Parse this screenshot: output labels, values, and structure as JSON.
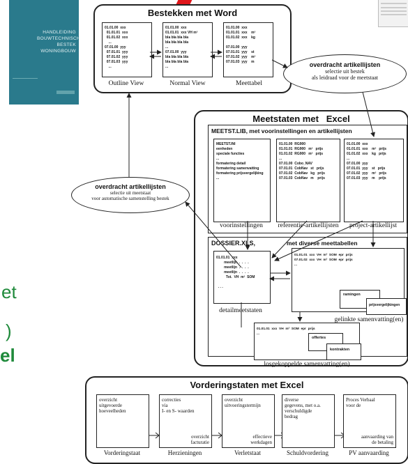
{
  "cover": {
    "lines": [
      "HANDLEIDING",
      "BOUWTECHNISCH",
      "BESTEK",
      "WONINGBOUW"
    ]
  },
  "side_text": {
    "et": "et",
    "paren": ")",
    "el": "el"
  },
  "word": {
    "title": "Bestekken met Word",
    "outline": {
      "text": "01.01.00  xxx\n  01.01.01  xxx\n  01.01.02  xxx\n    ...\n07.01.00  yyy\n  07.01.01  yyy\n  07.01.02  yyy\n  07.01.03  yyy\n    ...",
      "caption": "Outline View"
    },
    "normal": {
      "text": "01.01.00  xxx\n01.01.01  xxx VH m²\nbla bla bla bla\nbla bla bla bla\n...\n07.01.00  yyy\nbla bla bla bla\nbla bla bla bla\n...",
      "caption": "Normal View"
    },
    "meet": {
      "text": "01.01.00  xxx\n01.01.01  xxx    m²\n01.01.02  xxx    kg\n\n07.01.00  yyy\n07.01.01  yyy    st\n07.01.02  yyy    m²\n07.01.03  yyy    m",
      "caption": "Meettabel"
    }
  },
  "transfer1": {
    "title": "overdracht artikellijsten",
    "line1": "selectie uit bestek",
    "line2": "als leidraad voor de meetstaat"
  },
  "transfer2": {
    "title": "overdracht artikellijsten",
    "line1": "selectie uit meetstaat",
    "line2": "voor automatische samenstelling bestek"
  },
  "excel": {
    "title": "Meetstaten met   Excel",
    "lib_title": "MEETST.LIB, met voorinstellingen en artikellijsten",
    "voor": {
      "text": "MEETST.INI\neenheden\nspeciale functies\n...\nformatering detail\nformatering samenvatting\nformatering prijsvergelijking\n...",
      "caption": "voorinstellingen"
    },
    "ref": {
      "text": "01.01.00  RG900\n01.01.01  RG900   m²   prijs\n01.01.02  RG900   m²   prijs\n...\n07.01.00  Cobo_NAV\n07.01.01  CobNav   st   prijs\n07.01.02  CobNav   kg   prijs\n07.01.03  CobNav   m    prijs",
      "caption": "referentie-artikellijsten"
    },
    "proj": {
      "text": "01.01.00  xxx\n01.01.01  xxx    m²   prijs\n01.01.02  xxx    kg   prijs\n...\n07.01.00  yyy\n07.01.01  yyy    st   prijs\n07.01.02  yyy    m²   prijs\n07.01.03  yyy    m    prijs",
      "caption": "project-artikellijst"
    },
    "dossier_title": "DOSSIER.XLS,",
    "dossier_sub": "met diverse meettabellen",
    "detail": {
      "text": "01.01.01  xxx\n        meetlijn  .  .  .  .\n        meetlijn  .  .  .  .\n        meetlijn  .  .  .  .\n          Tot.  VH  m²  SOM\n\n  . . .",
      "caption": "detailmeetstaten"
    },
    "gelinkt": {
      "text": "01.01.01  xxx  VH  m²  SOM  epr  prijs\n07.01.02  xxx  VH  m²  SOM  epr  prijs\n...",
      "caption": "gelinkte samenvatting(en)",
      "ramingen": "ramingen",
      "prijsverg": "prijsvergelijkingen"
    },
    "los": {
      "text": "01.01.01  xxx  VH  m²  SOM  epr  prijs\n...",
      "caption": "losgekoppelde samenvatting(en)",
      "offertes": "offertes",
      "kontrakten": "kontrakten"
    }
  },
  "vord": {
    "title": "Vorderingstaten met Excel",
    "cells": [
      {
        "top": "overzicht\nuitgevoerde\nhoeveelheden",
        "bottom": "",
        "caption": "Vorderingstaat"
      },
      {
        "top": "correcties\nvia\nI- en S- waarden",
        "bottom": "overzicht\nfacturatie",
        "caption": "Herzieningen"
      },
      {
        "top": "overzicht\nuitvoeringstermijn",
        "bottom": "effectieve\nwerkdagen",
        "caption": "Verletstaat"
      },
      {
        "top": "diverse\ngegevens, met o.a.\nverschuldigde\nbedrag",
        "bottom": "",
        "caption": "Schuldvordering"
      },
      {
        "top": "Proces Verbaal\nvoor de",
        "bottom": "aanvaarding van\nde betaling",
        "caption": "PV aanvaarding"
      }
    ]
  }
}
